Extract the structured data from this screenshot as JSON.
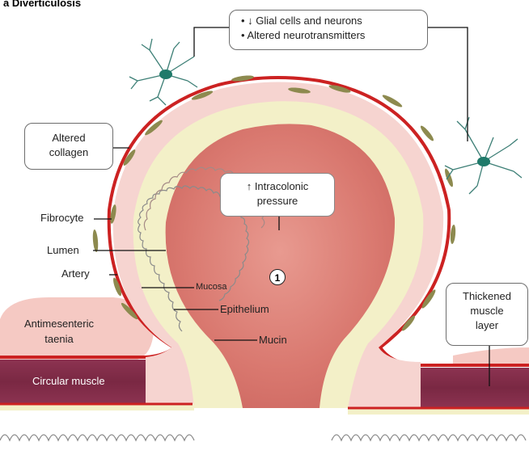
{
  "figure": {
    "title": "a Diverticulosis",
    "step_number": "1"
  },
  "callouts": {
    "glial_line_1": "• ↓ Glial cells and neurons",
    "glial_line_2": "• Altered neurotransmitters",
    "altered_collagen_1": "Altered",
    "altered_collagen_2": "collagen",
    "pressure_1": "↑ Intracolonic",
    "pressure_2": "pressure",
    "thickened_1": "Thickened",
    "thickened_2": "muscle",
    "thickened_3": "layer"
  },
  "labels": {
    "fibrocyte": "Fibrocyte",
    "lumen": "Lumen",
    "artery": "Artery",
    "mucosa": "Mucosa",
    "epithelium": "Epithelium",
    "mucin": "Mucin",
    "antimesenteric_1": "Antimesenteric",
    "antimesenteric_2": "taenia",
    "circular_muscle": "Circular muscle"
  },
  "colors": {
    "muscle_red": "#cc2222",
    "circular_muscle": "#7d2a45",
    "lumen_pink": "#d9786f",
    "mucosa_cream": "#f3f0c8",
    "wall_pink": "#f6d4d0",
    "taenia_pink": "#f5c9c3",
    "fibrocyte_olive": "#8d8a4f",
    "neuron_teal": "#1f7a6a"
  }
}
